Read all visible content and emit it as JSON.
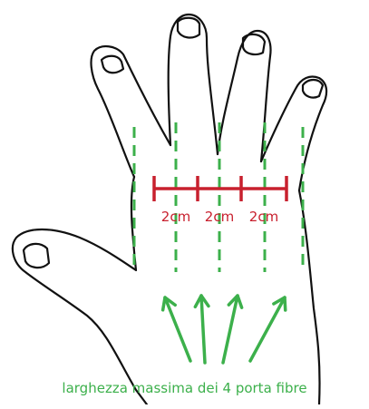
{
  "diagram": {
    "measure_labels": [
      "2cm",
      "2cm",
      "2cm"
    ],
    "caption": "larghezza massima dei 4 porta fibre",
    "colors": {
      "outline": "#111111",
      "guide": "#3cb04b",
      "measure": "#c8202e",
      "background": "#ffffff"
    }
  }
}
